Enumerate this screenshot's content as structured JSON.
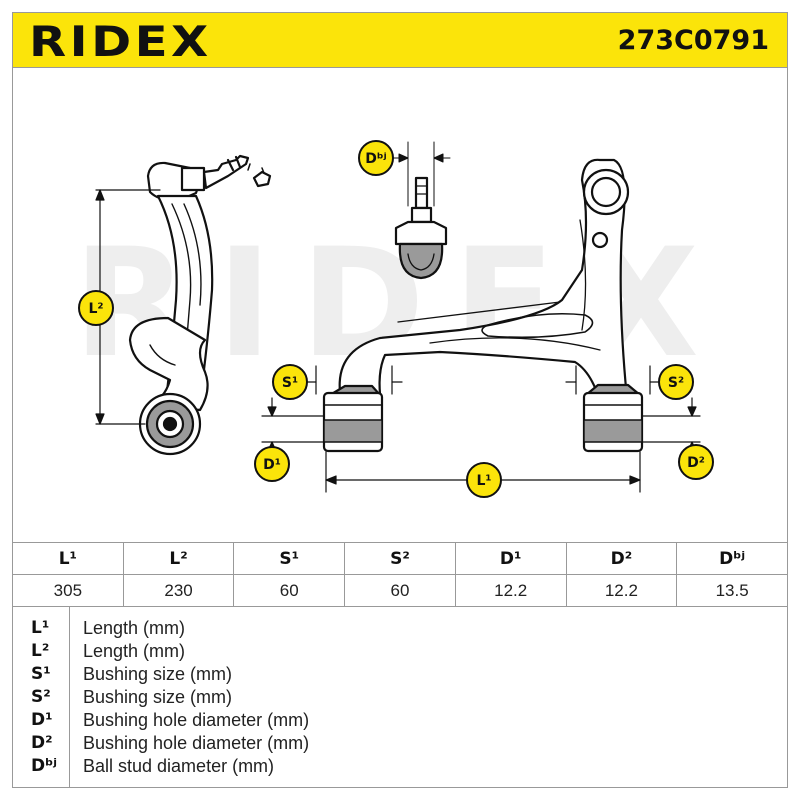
{
  "header": {
    "brand": "RIDEX",
    "part_number": "273C0791"
  },
  "watermark": "RIDEX",
  "labels": {
    "L1": "L¹",
    "L2": "L²",
    "S1": "S¹",
    "S2": "S²",
    "D1": "D¹",
    "D2": "D²",
    "Dbj": "Dᵇʲ"
  },
  "table": {
    "headers": [
      "L¹",
      "L²",
      "S¹",
      "S²",
      "D¹",
      "D²",
      "Dᵇʲ"
    ],
    "values": [
      "305",
      "230",
      "60",
      "60",
      "12.2",
      "12.2",
      "13.5"
    ]
  },
  "legend": [
    {
      "symbol": "L¹",
      "description": "Length (mm)"
    },
    {
      "symbol": "L²",
      "description": "Length (mm)"
    },
    {
      "symbol": "S¹",
      "description": "Bushing size (mm)"
    },
    {
      "symbol": "S²",
      "description": "Bushing size (mm)"
    },
    {
      "symbol": "D¹",
      "description": "Bushing hole diameter (mm)"
    },
    {
      "symbol": "D²",
      "description": "Bushing hole diameter (mm)"
    },
    {
      "symbol": "Dᵇʲ",
      "description": "Ball stud diameter (mm)"
    }
  ],
  "colors": {
    "brand_yellow": "#fbe40a",
    "ink": "#111111",
    "bushing_gray": "#9a9a9a",
    "watermark_gray": "#eeeeee"
  }
}
